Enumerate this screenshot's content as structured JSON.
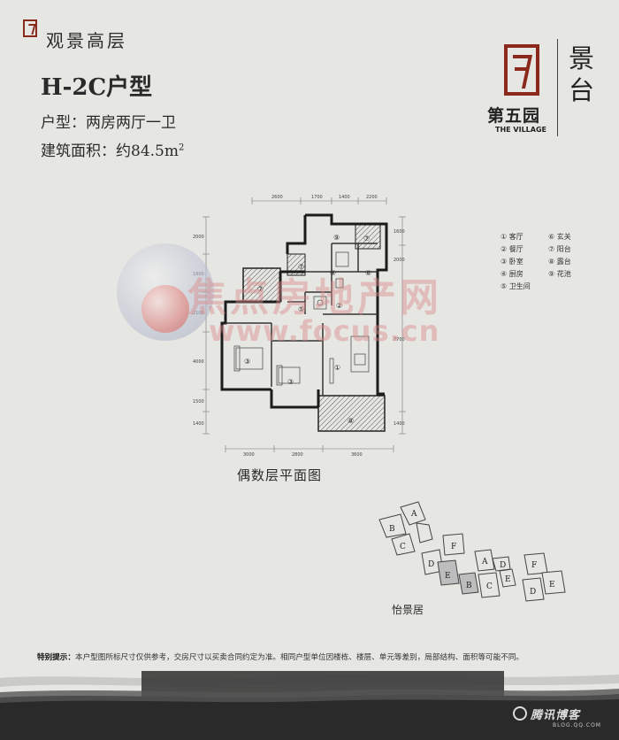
{
  "header": {
    "series": "观景高层",
    "unit_code": "H-2C户型",
    "unit_type": "户型：两房两厅一卫",
    "area_label": "建筑面积：约84.5m",
    "area_sup": "2"
  },
  "brand": {
    "name": "第五园",
    "name_en": "THE VILLAGE",
    "vertical_title": "景台"
  },
  "floorplan": {
    "caption": "偶数层平面图",
    "dims_top": [
      "2600",
      "1700",
      "1400",
      "2200"
    ],
    "dims_bottom": [
      "3000",
      "2800",
      "3600"
    ],
    "dims_left": [
      "2000",
      "1800",
      "2100",
      "4000",
      "1500",
      "1400"
    ],
    "dims_right": [
      "1600",
      "2000",
      "7700",
      "1400"
    ],
    "rooms": [
      "①",
      "②",
      "③",
      "③",
      "④",
      "⑤",
      "⑥",
      "⑦",
      "⑦",
      "⑦",
      "⑧",
      "⑨"
    ]
  },
  "legend": {
    "items": [
      "① 客厅",
      "② 餐厅",
      "③ 卧室",
      "④ 厨房",
      "⑤ 卫生间",
      "⑥ 玄关",
      "⑦ 阳台",
      "⑧ 露台",
      "⑨ 花池"
    ]
  },
  "watermark": {
    "cn": "焦点房地产网",
    "url": "www.focus.cn"
  },
  "siteplan": {
    "caption": "怡景居",
    "labels": [
      "A",
      "B",
      "C",
      "D",
      "E",
      "F",
      "A",
      "B",
      "C",
      "D",
      "E",
      "F",
      "F",
      "E",
      "D"
    ]
  },
  "notice": {
    "label": "特别提示：",
    "text": "本户型图所标尺寸仅供参考，交房尺寸以买卖合同约定为准。相同户型单位因楼栋、楼层、单元等差别，局部结构、面积等可能不同。"
  },
  "footer": {
    "brand": "腾讯博客",
    "url": "BLOG.QQ.COM"
  }
}
